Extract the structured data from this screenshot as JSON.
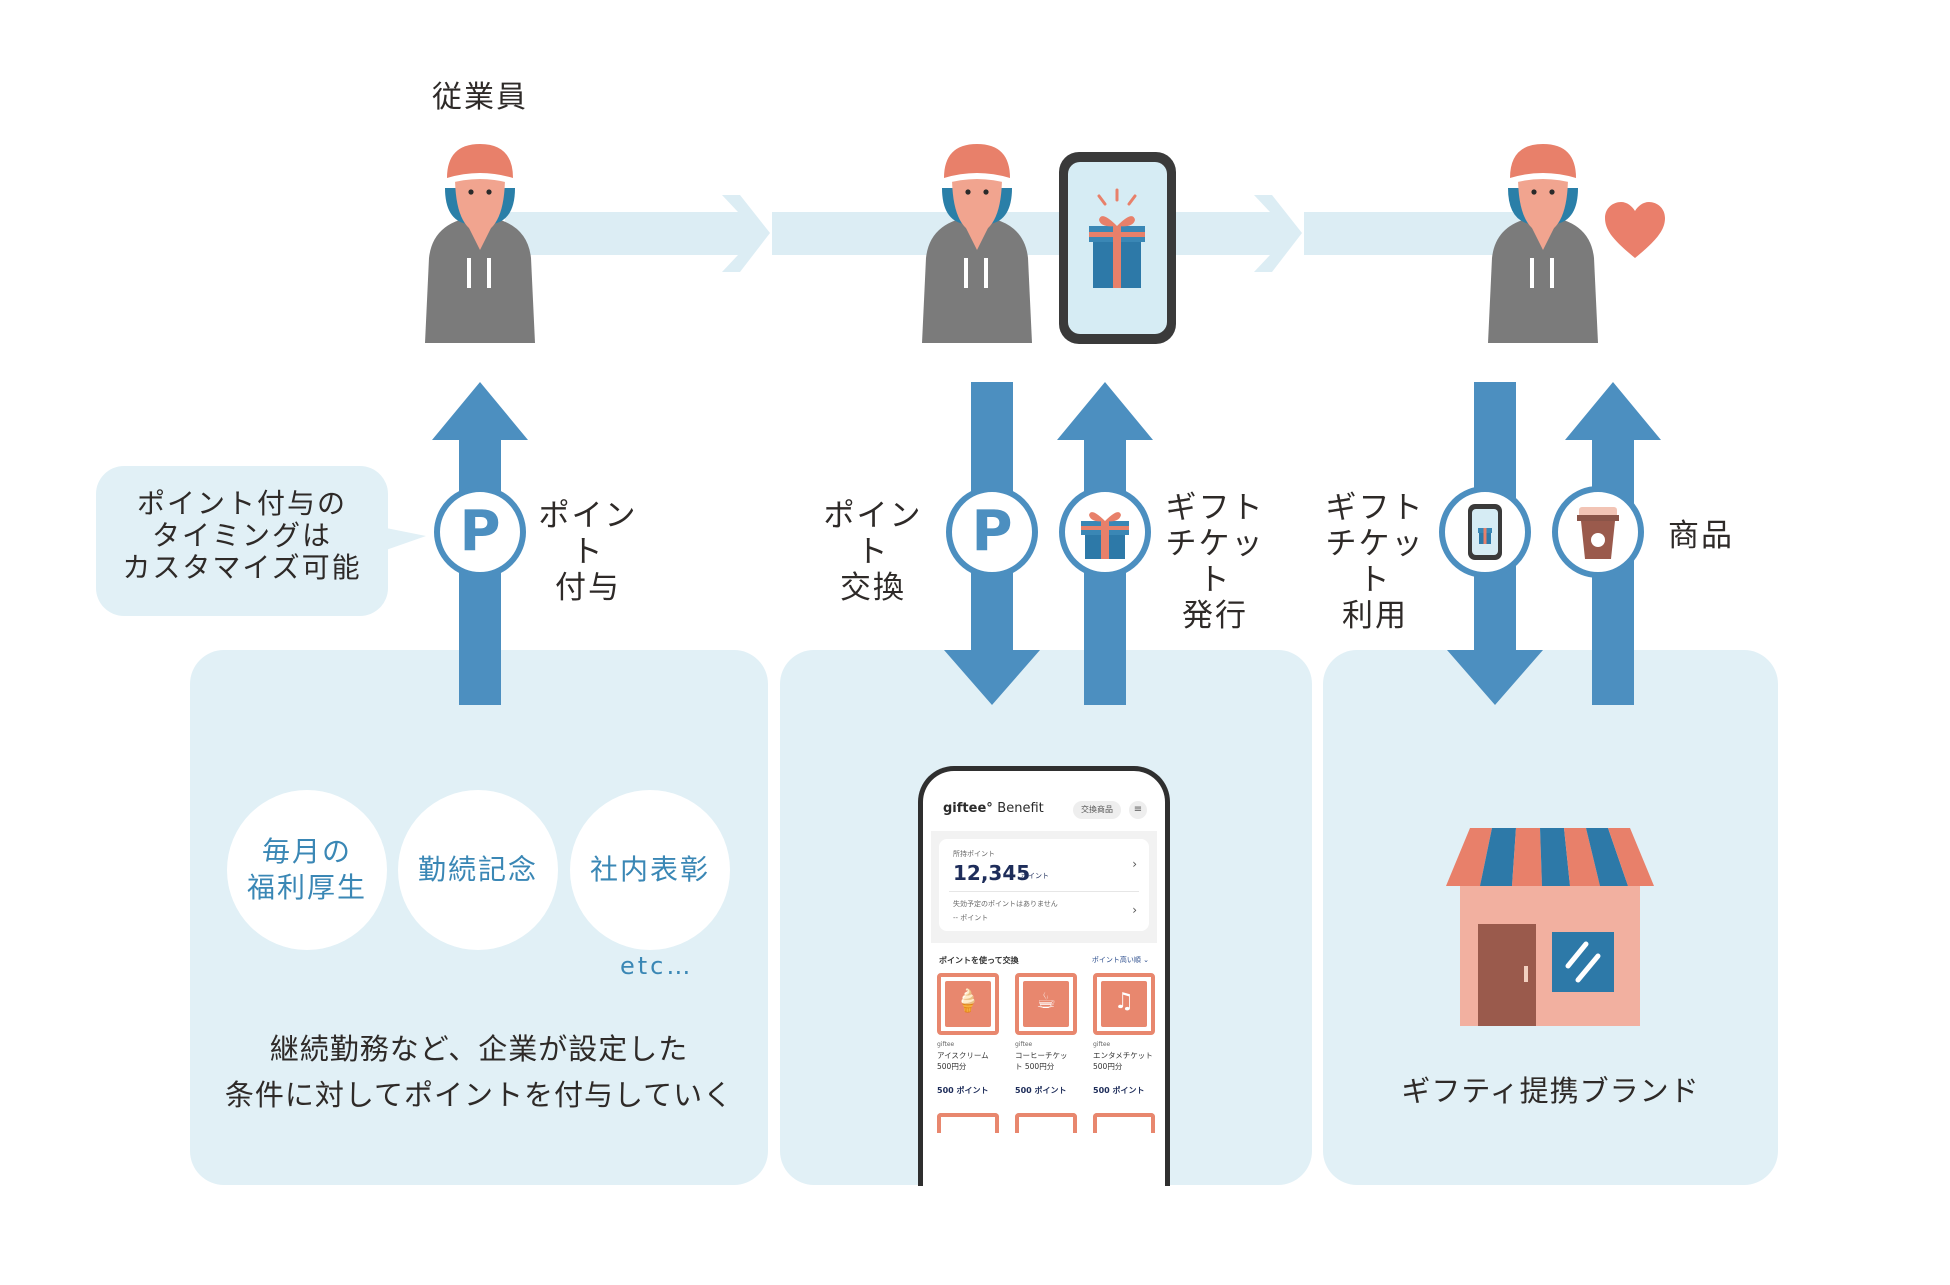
{
  "labels": {
    "employee": "従業員",
    "point_grant": "ポイント\n付与",
    "point_exchange": "ポイント\n交換",
    "gift_issue": "ギフト\nチケット\n発行",
    "gift_use": "ギフト\nチケット\n利用",
    "product": "商品"
  },
  "bubble": {
    "text": "ポイント付与の\nタイミングは\nカスタマイズ可能"
  },
  "badges": {
    "p_letter": "P"
  },
  "left_panel": {
    "occasions": [
      "毎月の\n福利厚生",
      "勤続記念",
      "社内表彰"
    ],
    "etc": "etc…",
    "description": "継続勤務など、企業が設定した\n条件に対してポイントを付与していく"
  },
  "right_panel": {
    "caption": "ギフティ提携ブランド"
  },
  "app": {
    "brand": "giftee",
    "brand_suffix": "Benefit",
    "header_button": "交換商品",
    "menu_icon": "menu-icon",
    "points_label": "所持ポイント",
    "points_value": "12,345",
    "points_unit": "ポイント",
    "expiry_text": "失効予定のポイントはありません",
    "expiry_points": "-- ポイント",
    "section_title": "ポイントを使って交換",
    "sort_label": "ポイント高い順",
    "products": [
      {
        "icon": "ice-cream-icon",
        "glyph": "🍦",
        "brand": "giftee",
        "name": "アイスクリーム\n500円分",
        "price": "500 ポイント"
      },
      {
        "icon": "coffee-cup-icon",
        "glyph": "☕",
        "brand": "giftee",
        "name": "コーヒーチケッ\nト 500円分",
        "price": "500 ポイント"
      },
      {
        "icon": "music-note-icon",
        "glyph": "♫",
        "brand": "giftee",
        "name": "エンタメチケット\n500円分",
        "price": "500 ポイント"
      }
    ]
  },
  "colors": {
    "panel": "#e1f0f6",
    "arrow_blue": "#4c8fc0",
    "flow_arrow": "#dcedf4",
    "accent_coral": "#e8806a",
    "hoodie_gray": "#7b7b7b"
  }
}
